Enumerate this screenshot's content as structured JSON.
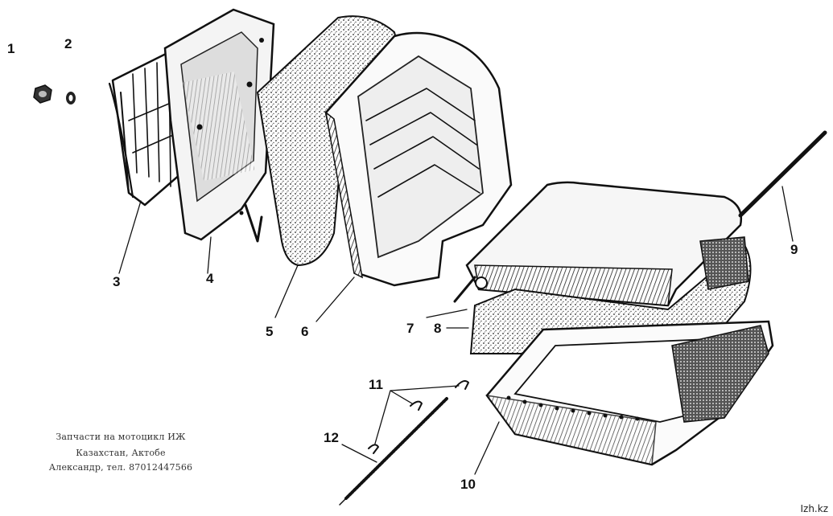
{
  "diagram": {
    "callouts": [
      "1",
      "2",
      "3",
      "4",
      "5",
      "6",
      "7",
      "8",
      "9",
      "10",
      "11",
      "12"
    ]
  },
  "caption": {
    "line1": "Запчасти на мотоцикл ИЖ",
    "line2": "Казахстан, Актобе",
    "line3": "Александр, тел. 87012447566"
  },
  "watermark": "Izh.kz"
}
